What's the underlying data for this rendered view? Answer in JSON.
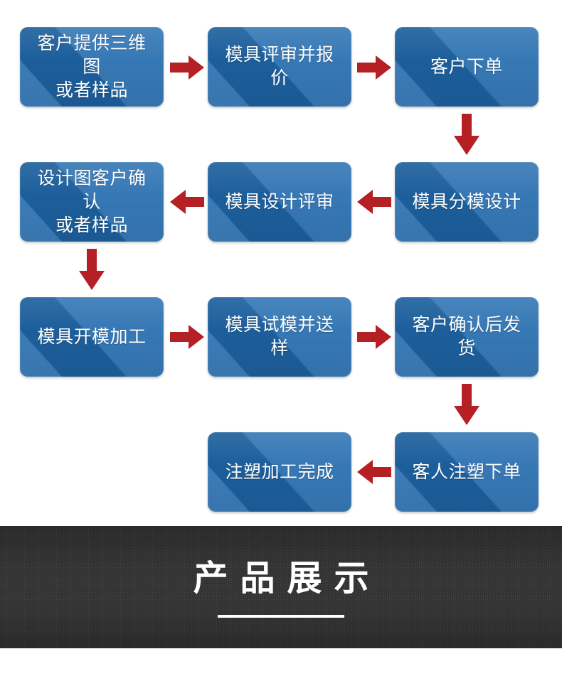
{
  "flowchart": {
    "type": "process-flow",
    "direction": "boustrophedon-down",
    "node_fill_color": "#1f69ad",
    "arrow_color": "#b52025",
    "text_color": "#ffffff",
    "nodes": [
      {
        "id": "n1",
        "row": 1,
        "col": 1,
        "label": "客户提供三维图\n或者样品"
      },
      {
        "id": "n2",
        "row": 1,
        "col": 2,
        "label": "模具评审并报价"
      },
      {
        "id": "n3",
        "row": 1,
        "col": 3,
        "label": "客户下单"
      },
      {
        "id": "n4",
        "row": 2,
        "col": 1,
        "label": "设计图客户确认\n或者样品"
      },
      {
        "id": "n5",
        "row": 2,
        "col": 2,
        "label": "模具设计评审"
      },
      {
        "id": "n6",
        "row": 2,
        "col": 3,
        "label": "模具分模设计"
      },
      {
        "id": "n7",
        "row": 3,
        "col": 1,
        "label": "模具开模加工"
      },
      {
        "id": "n8",
        "row": 3,
        "col": 2,
        "label": "模具试模并送样"
      },
      {
        "id": "n9",
        "row": 3,
        "col": 3,
        "label": "客户确认后发货"
      },
      {
        "id": "n10",
        "row": 4,
        "col": 2,
        "label": "注塑加工完成"
      },
      {
        "id": "n11",
        "row": 4,
        "col": 3,
        "label": "客人注塑下单"
      }
    ],
    "edges": [
      {
        "from": "n1",
        "to": "n2",
        "direction": "right"
      },
      {
        "from": "n2",
        "to": "n3",
        "direction": "right"
      },
      {
        "from": "n3",
        "to": "n6",
        "direction": "down"
      },
      {
        "from": "n6",
        "to": "n5",
        "direction": "left"
      },
      {
        "from": "n5",
        "to": "n4",
        "direction": "left"
      },
      {
        "from": "n4",
        "to": "n7",
        "direction": "down"
      },
      {
        "from": "n7",
        "to": "n8",
        "direction": "right"
      },
      {
        "from": "n8",
        "to": "n9",
        "direction": "right"
      },
      {
        "from": "n9",
        "to": "n11",
        "direction": "down"
      },
      {
        "from": "n11",
        "to": "n10",
        "direction": "left"
      }
    ]
  },
  "banner": {
    "title": "产品展示",
    "background_color": "#343434",
    "text_color": "#ffffff"
  }
}
